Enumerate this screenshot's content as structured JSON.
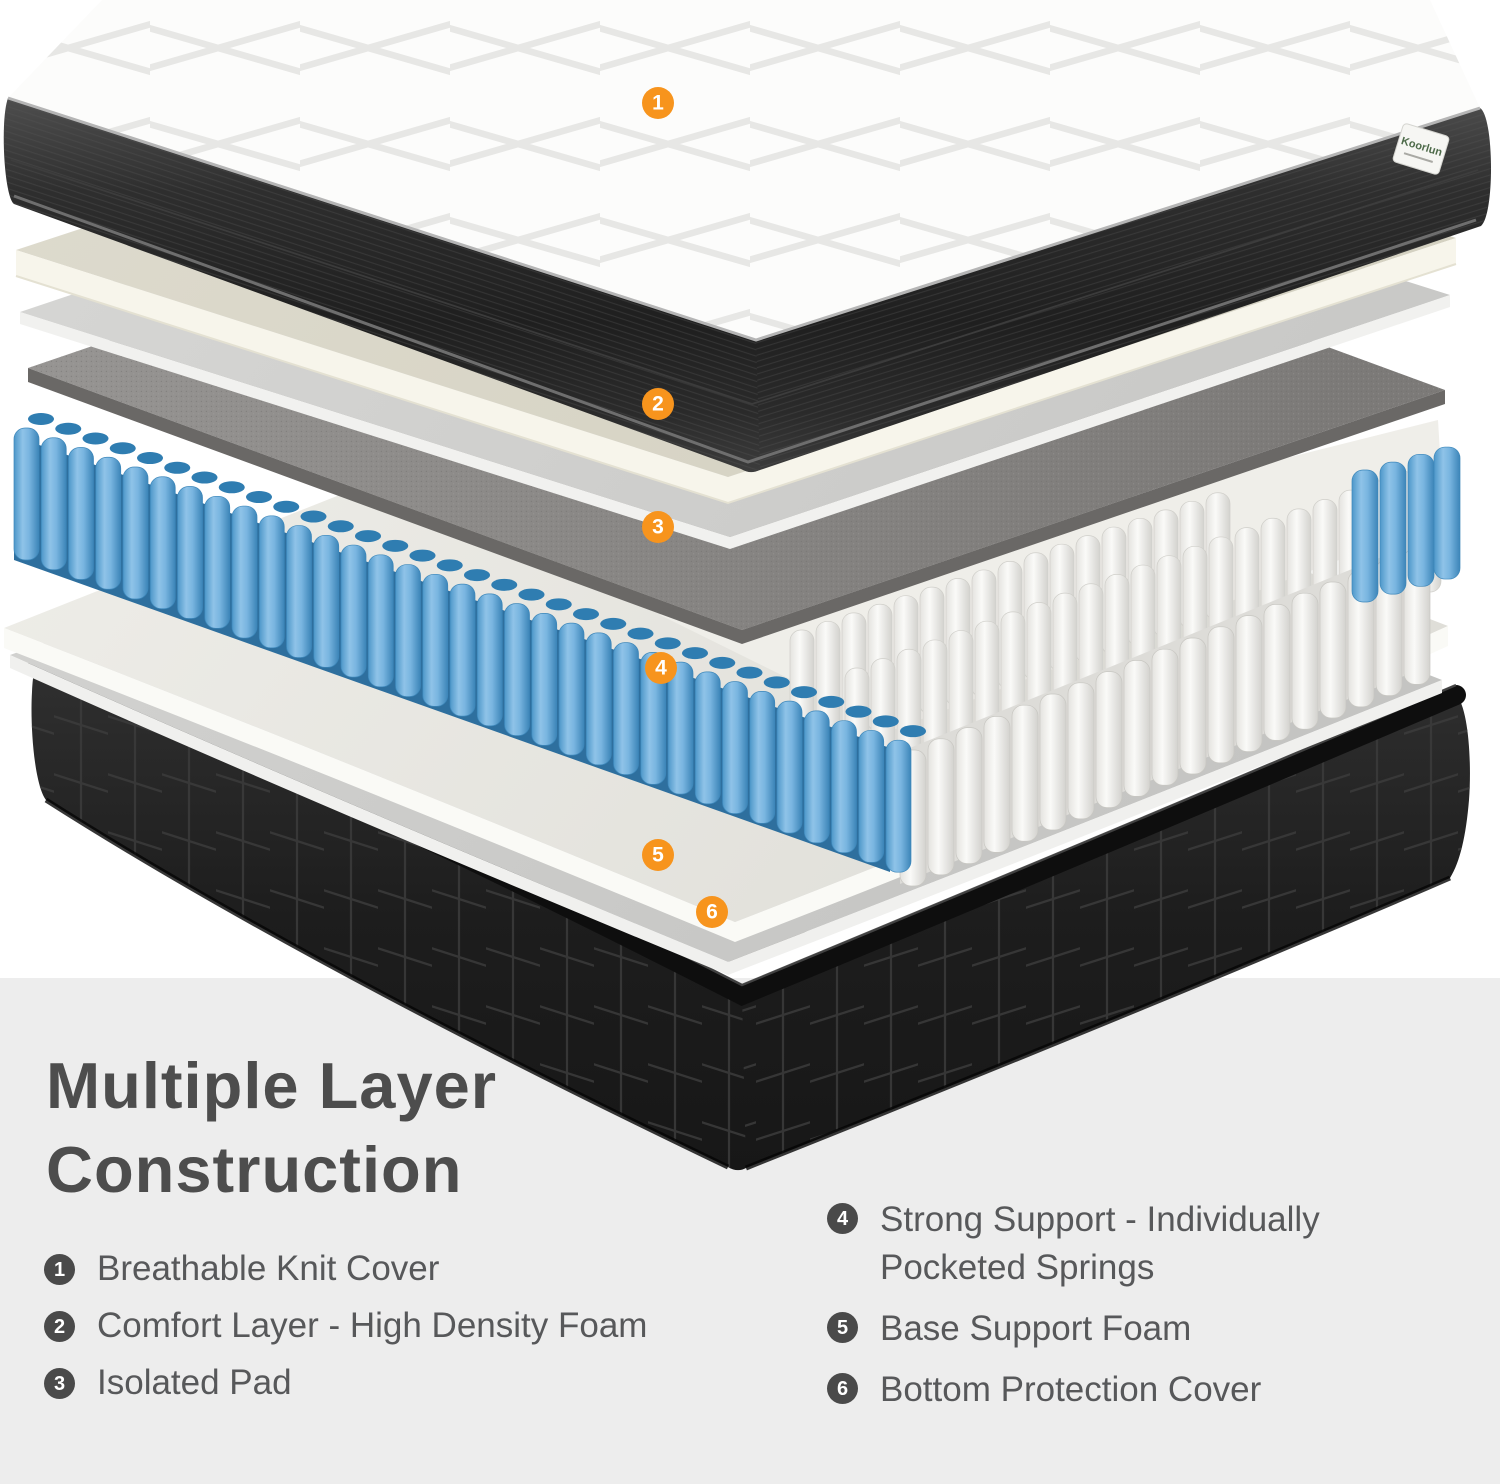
{
  "brand": {
    "tag_label": "Koorlun"
  },
  "diagram": {
    "badge_labels": [
      "1",
      "2",
      "3",
      "4",
      "5",
      "6"
    ],
    "accent_color": "#F7941D"
  },
  "panel": {
    "title_line1": "Multiple Layer",
    "title_line2": "Construction",
    "legend_left": [
      {
        "num": "1",
        "label": "Breathable Knit Cover"
      },
      {
        "num": "2",
        "label": "Comfort Layer - High Density Foam"
      },
      {
        "num": "3",
        "label": "Isolated Pad"
      }
    ],
    "legend_right": [
      {
        "num": "4",
        "label": "Strong Support - Individually Pocketed Springs"
      },
      {
        "num": "5",
        "label": "Base Support Foam"
      },
      {
        "num": "6",
        "label": "Bottom Protection Cover"
      }
    ]
  },
  "colors": {
    "accent_orange": "#F7941D",
    "panel_bg": "#EDEDED",
    "title_text": "#4D4D4D",
    "legend_text": "#57585A",
    "legend_circle": "#4A4A4A",
    "spring_blue": "#5FA8D8"
  }
}
